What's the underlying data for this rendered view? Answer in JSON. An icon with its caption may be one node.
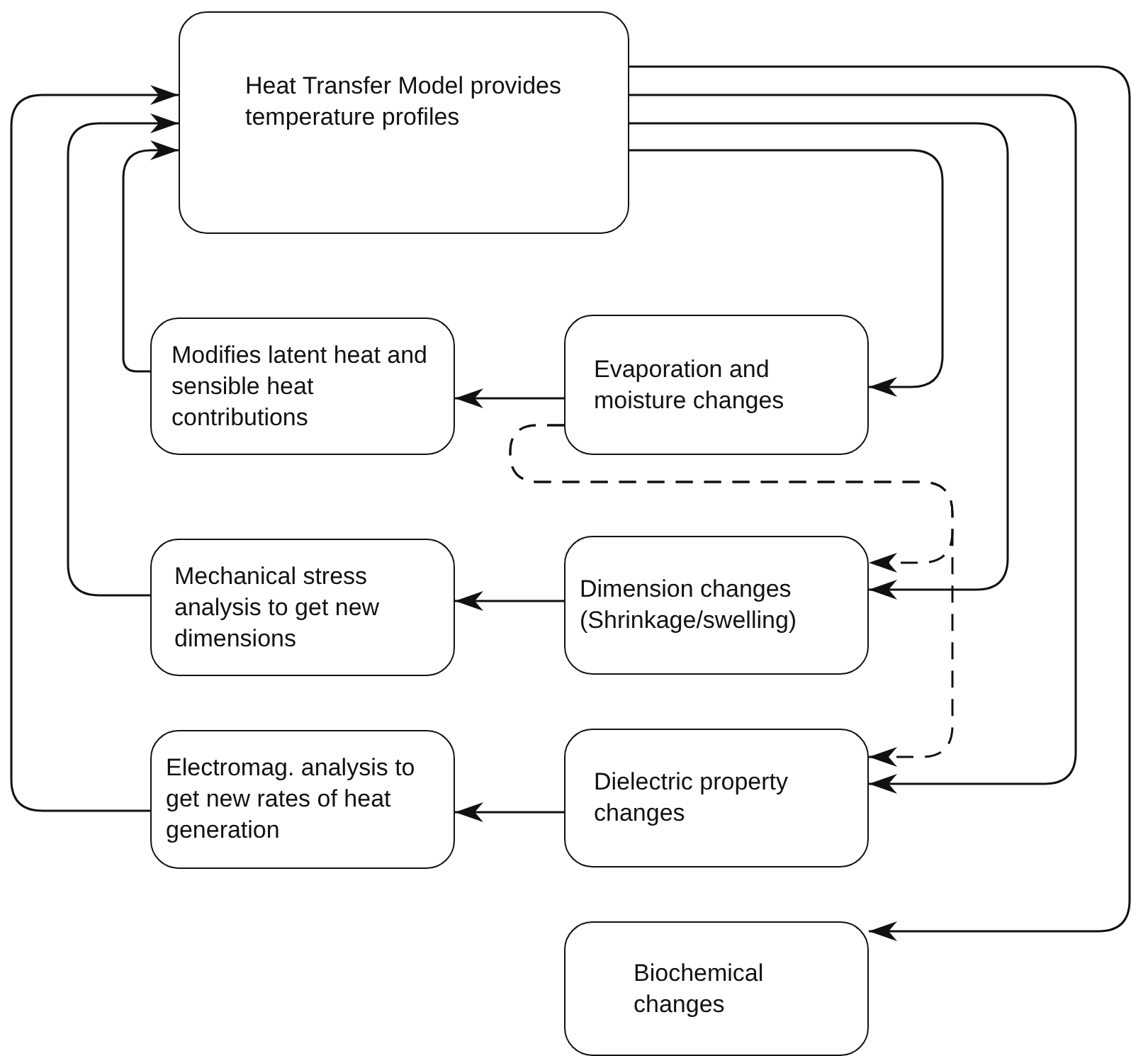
{
  "diagram": {
    "nodes": [
      {
        "text": [
          "Heat Transfer Model provides temperature profiles"
        ]
      },
      {
        "text": [
          "Modifies latent heat and sensible heat contributions"
        ]
      },
      {
        "text": [
          "Evaporation and moisture changes"
        ]
      },
      {
        "text": [
          "Mechanical stress analysis to get new dimensions"
        ]
      },
      {
        "text": [
          "Dimension changes (Shrinkage/swelling)"
        ]
      },
      {
        "text": [
          "Electromag. analysis to get new rates of heat generation"
        ]
      },
      {
        "text": [
          "Dielectric property changes"
        ]
      },
      {
        "text": [
          "Biochemical changes"
        ]
      }
    ],
    "edges": [
      {
        "from": 0,
        "to": 2,
        "arrow": "to"
      },
      {
        "from": 0,
        "to": 4,
        "arrow": "to"
      },
      {
        "from": 0,
        "to": 6,
        "arrow": "to"
      },
      {
        "from": 0,
        "to": 7,
        "arrow": "to"
      },
      {
        "from": 2,
        "to": 1,
        "arrow": "to"
      },
      {
        "from": 4,
        "to": 3,
        "arrow": "to"
      },
      {
        "from": 6,
        "to": 5,
        "arrow": "to"
      },
      {
        "from": 1,
        "to": 0,
        "arrow": "to"
      },
      {
        "from": 3,
        "to": 0,
        "arrow": "to"
      },
      {
        "from": 5,
        "to": 0,
        "arrow": "to"
      },
      {
        "from": 2,
        "to": 4,
        "arrow": "to",
        "style": "dashed"
      },
      {
        "from": 2,
        "to": 6,
        "arrow": "to",
        "style": "dashed"
      }
    ]
  }
}
